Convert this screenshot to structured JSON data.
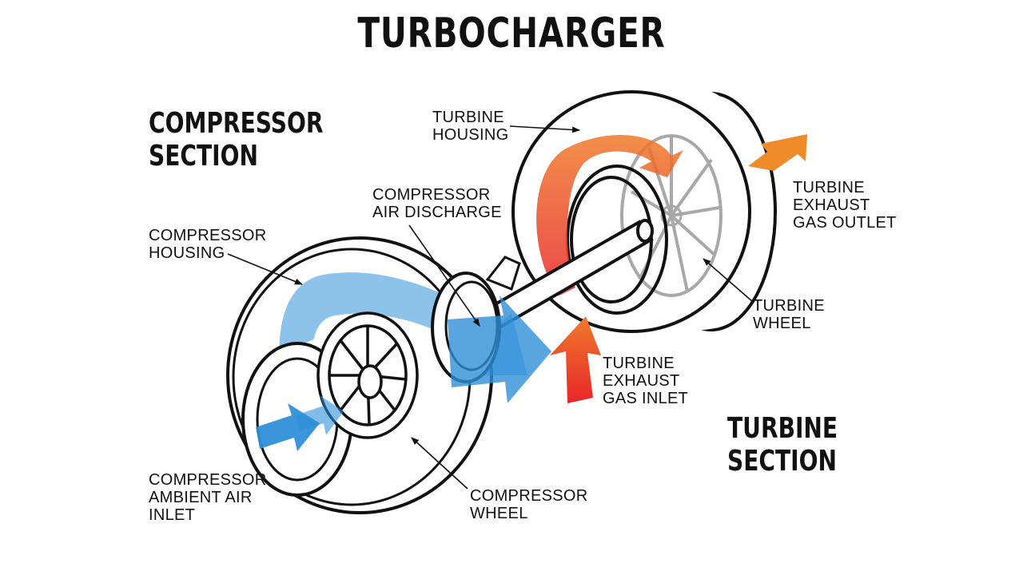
{
  "title": "TURBOCHARGER",
  "sections": {
    "compressor": [
      "COMPRESSOR",
      "SECTION"
    ],
    "turbine": [
      "TURBINE",
      "SECTION"
    ]
  },
  "labels": {
    "turbine_housing": [
      "TURBINE",
      "HOUSING"
    ],
    "compressor_air_discharge": [
      "COMPRESSOR",
      "AIR DISCHARGE"
    ],
    "compressor_housing": [
      "COMPRESSOR",
      "HOUSING"
    ],
    "turbine_exhaust_gas_outlet": [
      "TURBINE",
      "EXHAUST",
      "GAS OUTLET"
    ],
    "turbine_wheel": [
      "TURBINE",
      "WHEEL"
    ],
    "turbine_exhaust_gas_inlet": [
      "TURBINE",
      "EXHAUST",
      "GAS INLET"
    ],
    "compressor_ambient_air_inlet": [
      "COMPRESSOR",
      "AMBIENT AIR",
      "INLET"
    ],
    "compressor_wheel": [
      "COMPRESSOR",
      "WHEEL"
    ]
  },
  "colors": {
    "air_flow": "#2f8fd8",
    "air_flow_light": "#8cc6ee",
    "exhaust_flow": "#f07a2a",
    "exhaust_hot": "#e8262a",
    "outline": "#111111"
  }
}
